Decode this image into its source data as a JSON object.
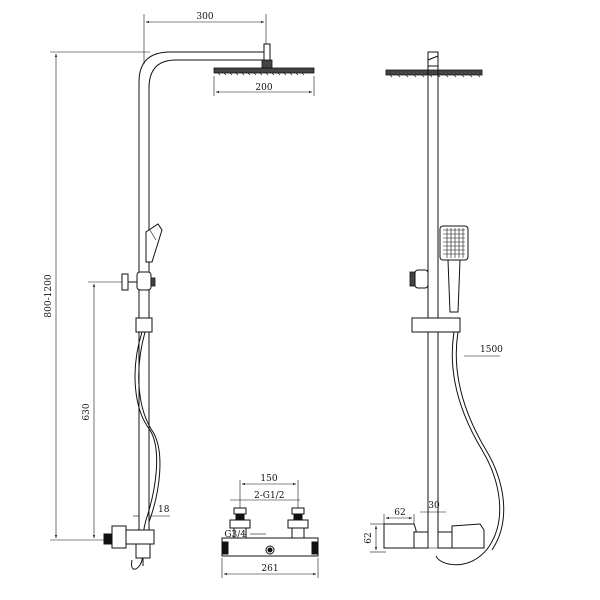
{
  "dimensions": {
    "arm_reach": "300",
    "head_width": "200",
    "total_height": "800-1200",
    "bracket_height": "630",
    "outlet_size": "18",
    "inlet_spacing": "150",
    "inlet_thread": "2-G1/2",
    "outlet_thread": "G3/4",
    "valve_width": "261",
    "side_depth": "62",
    "side_height": "62",
    "riser_diameter": "30",
    "hose_length": "1500"
  }
}
